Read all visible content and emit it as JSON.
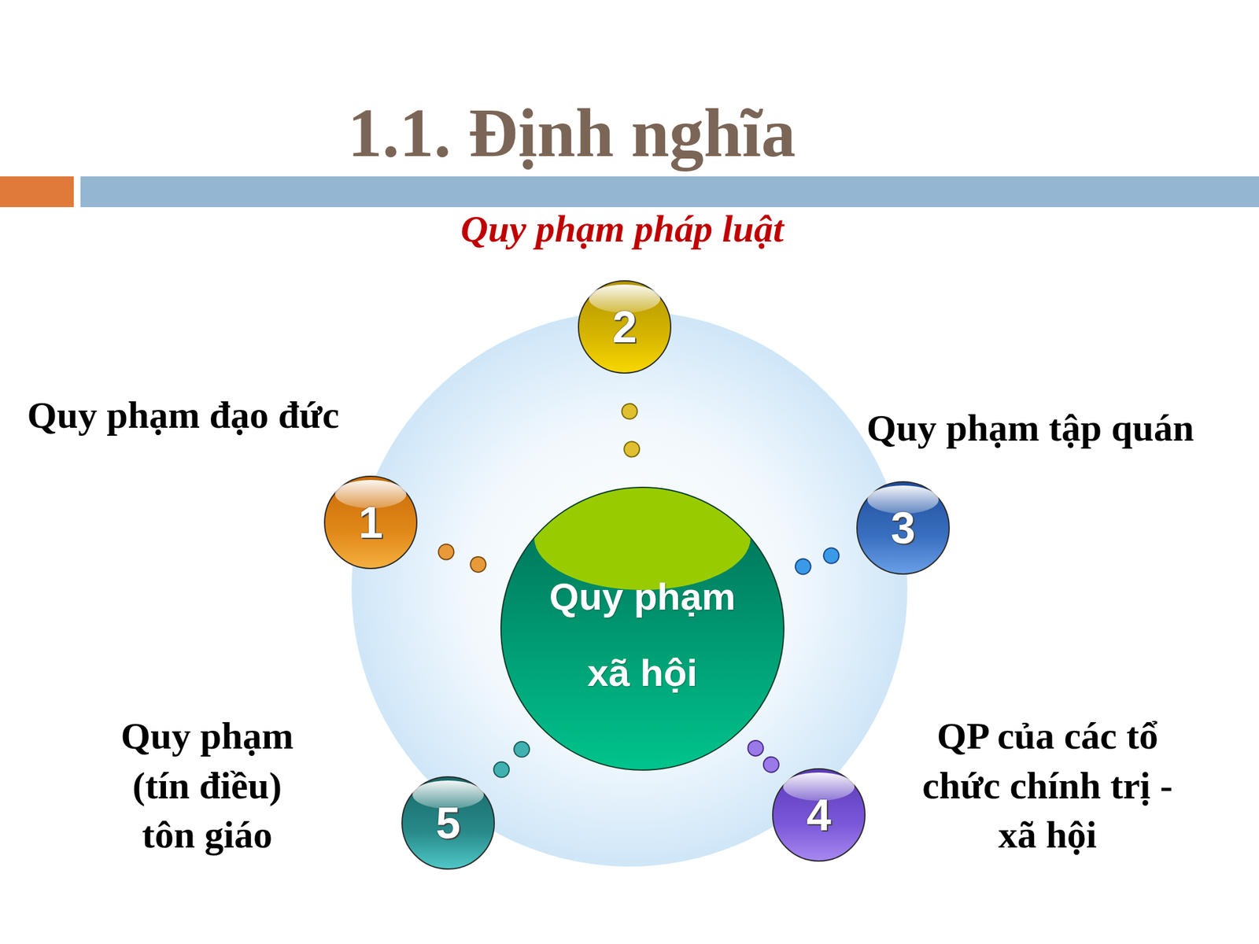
{
  "diagram": {
    "title": "1.1. Định nghĩa",
    "nodes": [
      {
        "text": [
          "Quy phạm xã hội"
        ]
      },
      {
        "text": [
          "1",
          "Quy phạm đạo đức"
        ]
      },
      {
        "text": [
          "2",
          "Quy phạm pháp luật"
        ]
      },
      {
        "text": [
          "3",
          "Quy phạm tập quán"
        ]
      },
      {
        "text": [
          "4",
          "QP của các tổ chức chính trị - xã hội"
        ]
      },
      {
        "text": [
          "5",
          "Quy phạm (tín điều) tôn giáo"
        ]
      }
    ],
    "edges": [
      {
        "from": 0,
        "to": 1,
        "arrow": "none"
      },
      {
        "from": 0,
        "to": 2,
        "arrow": "none"
      },
      {
        "from": 0,
        "to": 3,
        "arrow": "none"
      },
      {
        "from": 0,
        "to": 4,
        "arrow": "none"
      },
      {
        "from": 0,
        "to": 5,
        "arrow": "none"
      }
    ]
  }
}
